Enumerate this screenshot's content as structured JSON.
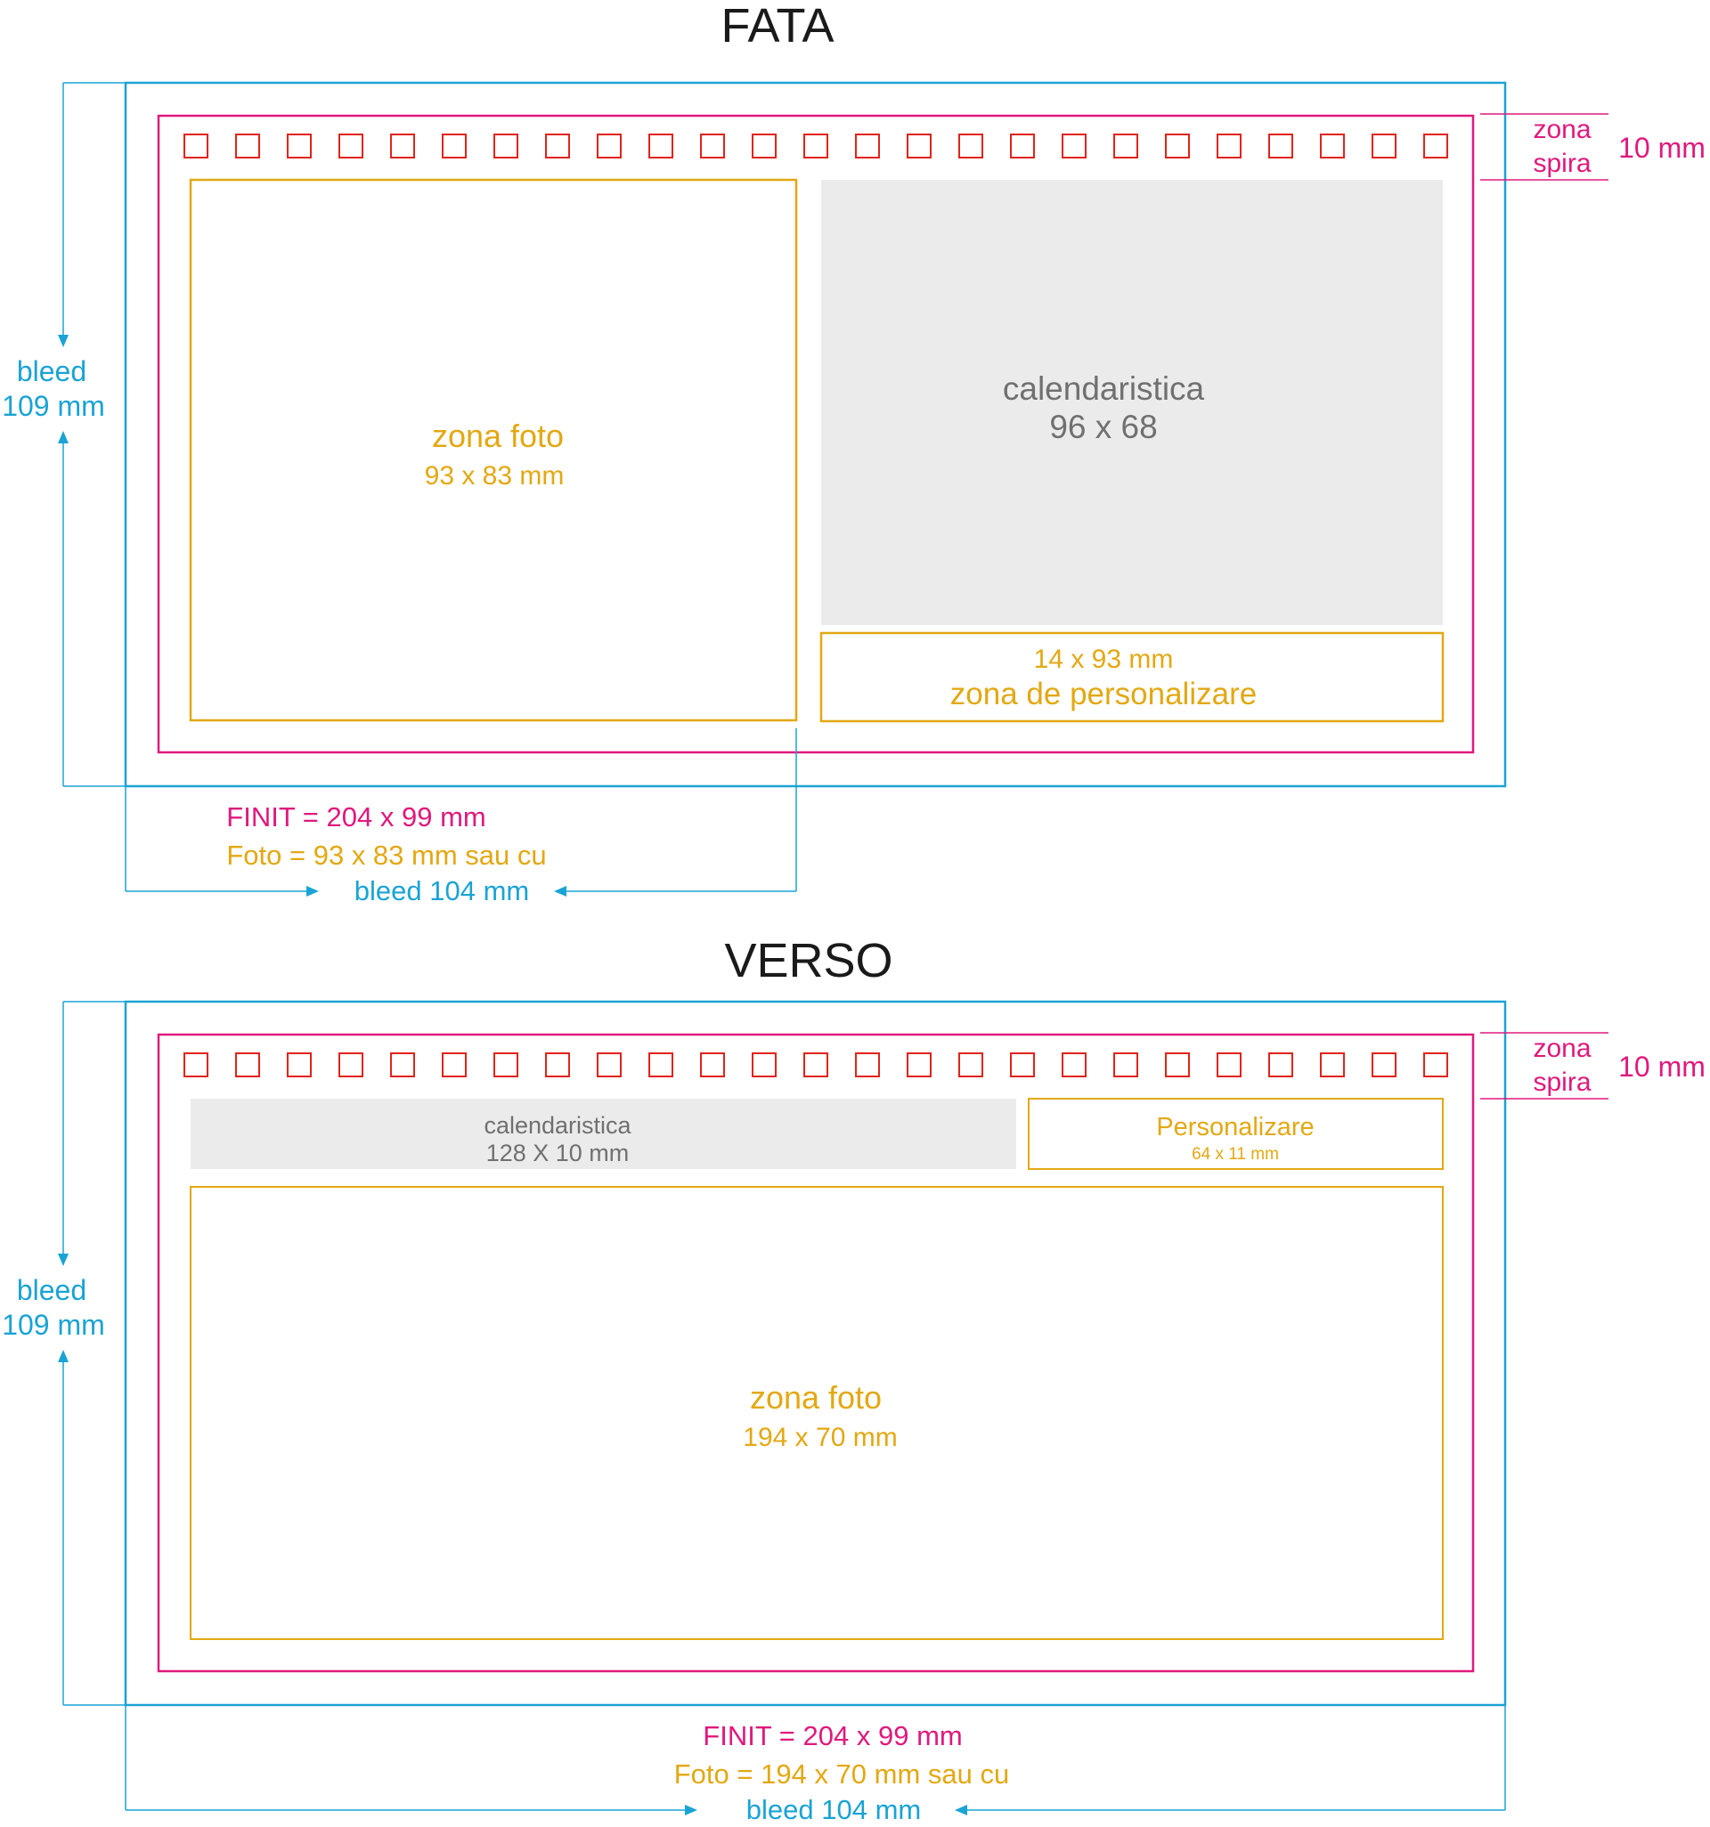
{
  "colors": {
    "bleed": "#1aa3d5",
    "finit": "#e0197d",
    "holes": "#e2231a",
    "photo": "#e3a812",
    "calendar_fill": "#ebebeb",
    "calendar_text": "#707070",
    "title": "#1a1a1a"
  },
  "fata": {
    "title": "FATA",
    "spiral_holes": 25,
    "zona_spira_line1": "zona",
    "zona_spira_line2": "spira",
    "spira_size": "10 mm",
    "bleed_vertical_line1": "bleed",
    "bleed_vertical_line2": "109 mm",
    "photo_label": "zona foto",
    "photo_size": "93 x 83 mm",
    "calendar_label": "calendaristica",
    "calendar_size": "96 x 68",
    "personal_size": "14 x 93 mm",
    "personal_label": "zona de personalizare",
    "finit": "FINIT = 204 x 99 mm",
    "foto": "Foto = 93 x 83 mm sau cu",
    "bleed_horizontal": "bleed 104 mm"
  },
  "verso": {
    "title": "VERSO",
    "spiral_holes": 25,
    "zona_spira_line1": "zona",
    "zona_spira_line2": "spira",
    "spira_size": "10 mm",
    "bleed_vertical_line1": "bleed",
    "bleed_vertical_line2": "109 mm",
    "calendar_label": "calendaristica",
    "calendar_size": "128 X 10 mm",
    "personal_label": "Personalizare",
    "personal_size": "64 x 11 mm",
    "photo_label": "zona foto",
    "photo_size": "194 x 70 mm",
    "finit": "FINIT = 204 x 99 mm",
    "foto": "Foto = 194 x 70 mm sau cu",
    "bleed_horizontal": "bleed 104 mm"
  }
}
